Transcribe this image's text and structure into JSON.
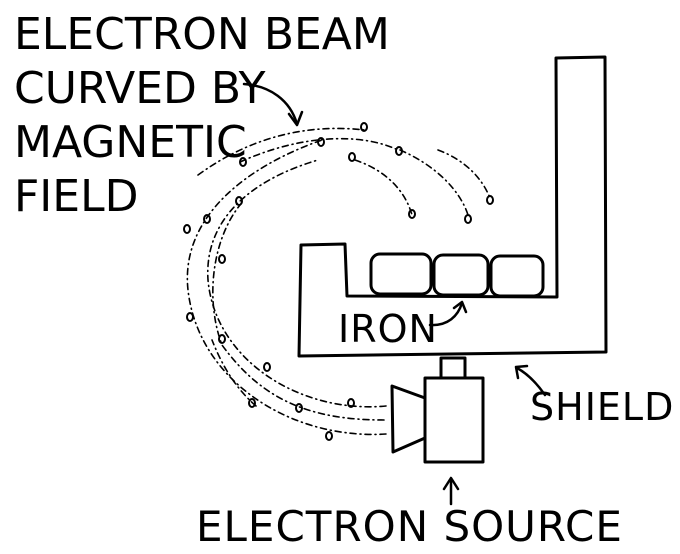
{
  "title_lines": [
    "ELECTRON BEAM",
    "CURVED BY",
    "MAGNETIC",
    "FIELD"
  ],
  "labels": {
    "iron": "IRON",
    "shield": "SHIELD",
    "electron_source": "ELECTRON SOURCE"
  },
  "colors": {
    "ink": "#000000",
    "background": "#ffffff"
  }
}
